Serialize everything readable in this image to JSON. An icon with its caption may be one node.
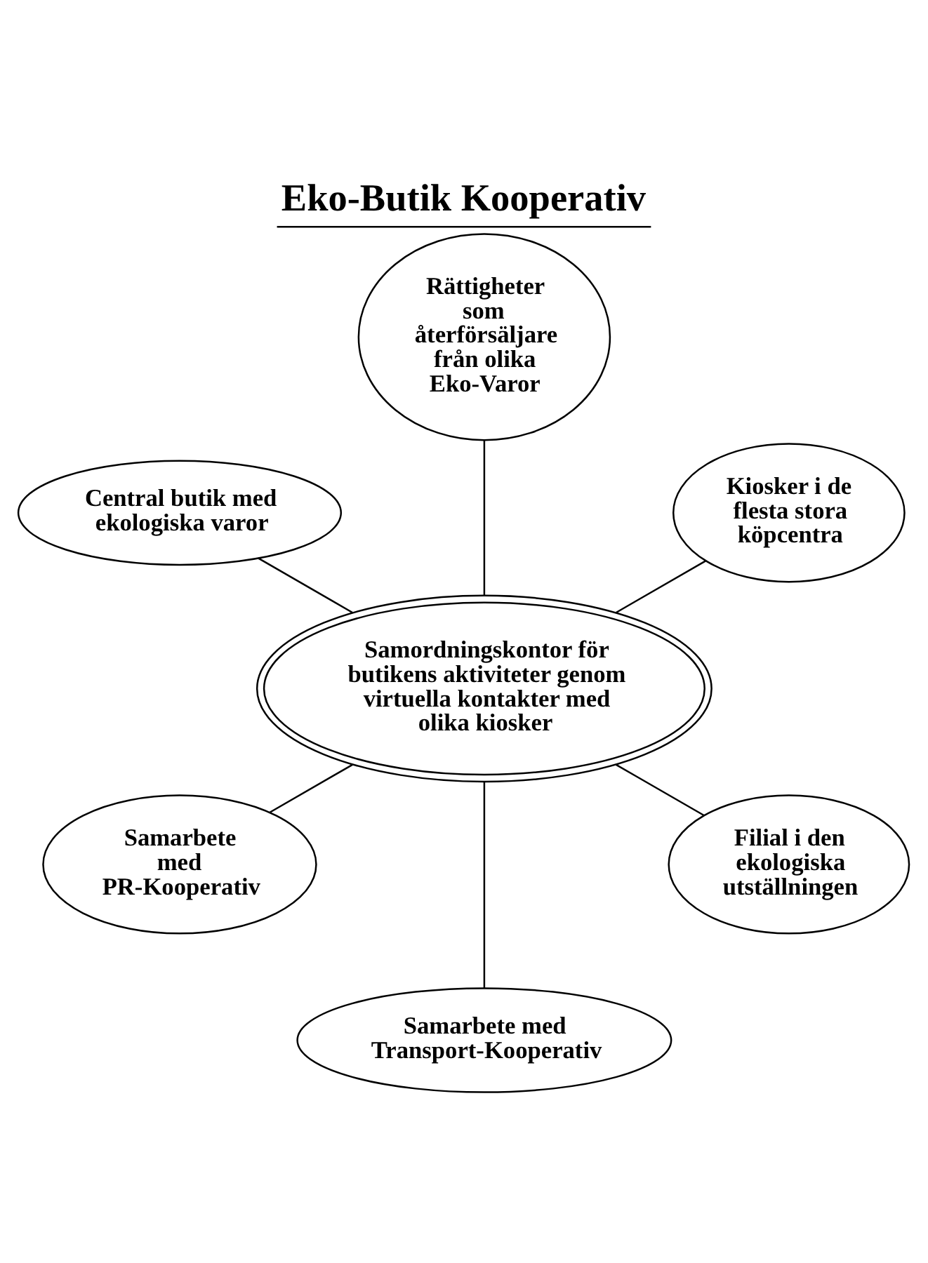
{
  "diagram": {
    "title": "Eko-Butik Kooperativ",
    "nodes": [
      {
        "text": [
          "Rättigheter som återförsäljare från olika Eko-Varor"
        ]
      },
      {
        "text": [
          "Central butik med ekologiska varor"
        ]
      },
      {
        "text": [
          "Kiosker i de flesta stora köpcentra"
        ]
      },
      {
        "text": [
          "Samordningskontor för butikens aktiviteter genom virtuella kontakter med olika kiosker"
        ]
      },
      {
        "text": [
          "Samarbete med PR-Kooperativ"
        ]
      },
      {
        "text": [
          "Filial i den ekologiska utställningen"
        ]
      },
      {
        "text": [
          "Samarbete med Transport-Kooperativ"
        ]
      }
    ],
    "edges": [
      {
        "from": 3,
        "to": 2,
        "arrow": "none"
      },
      {
        "from": 3,
        "to": 0,
        "arrow": "none"
      },
      {
        "from": 3,
        "to": 1,
        "arrow": "none"
      },
      {
        "from": 3,
        "to": 4,
        "arrow": "none"
      },
      {
        "from": 3,
        "to": 6,
        "arrow": "none"
      },
      {
        "from": 3,
        "to": 5,
        "arrow": "none"
      }
    ]
  }
}
